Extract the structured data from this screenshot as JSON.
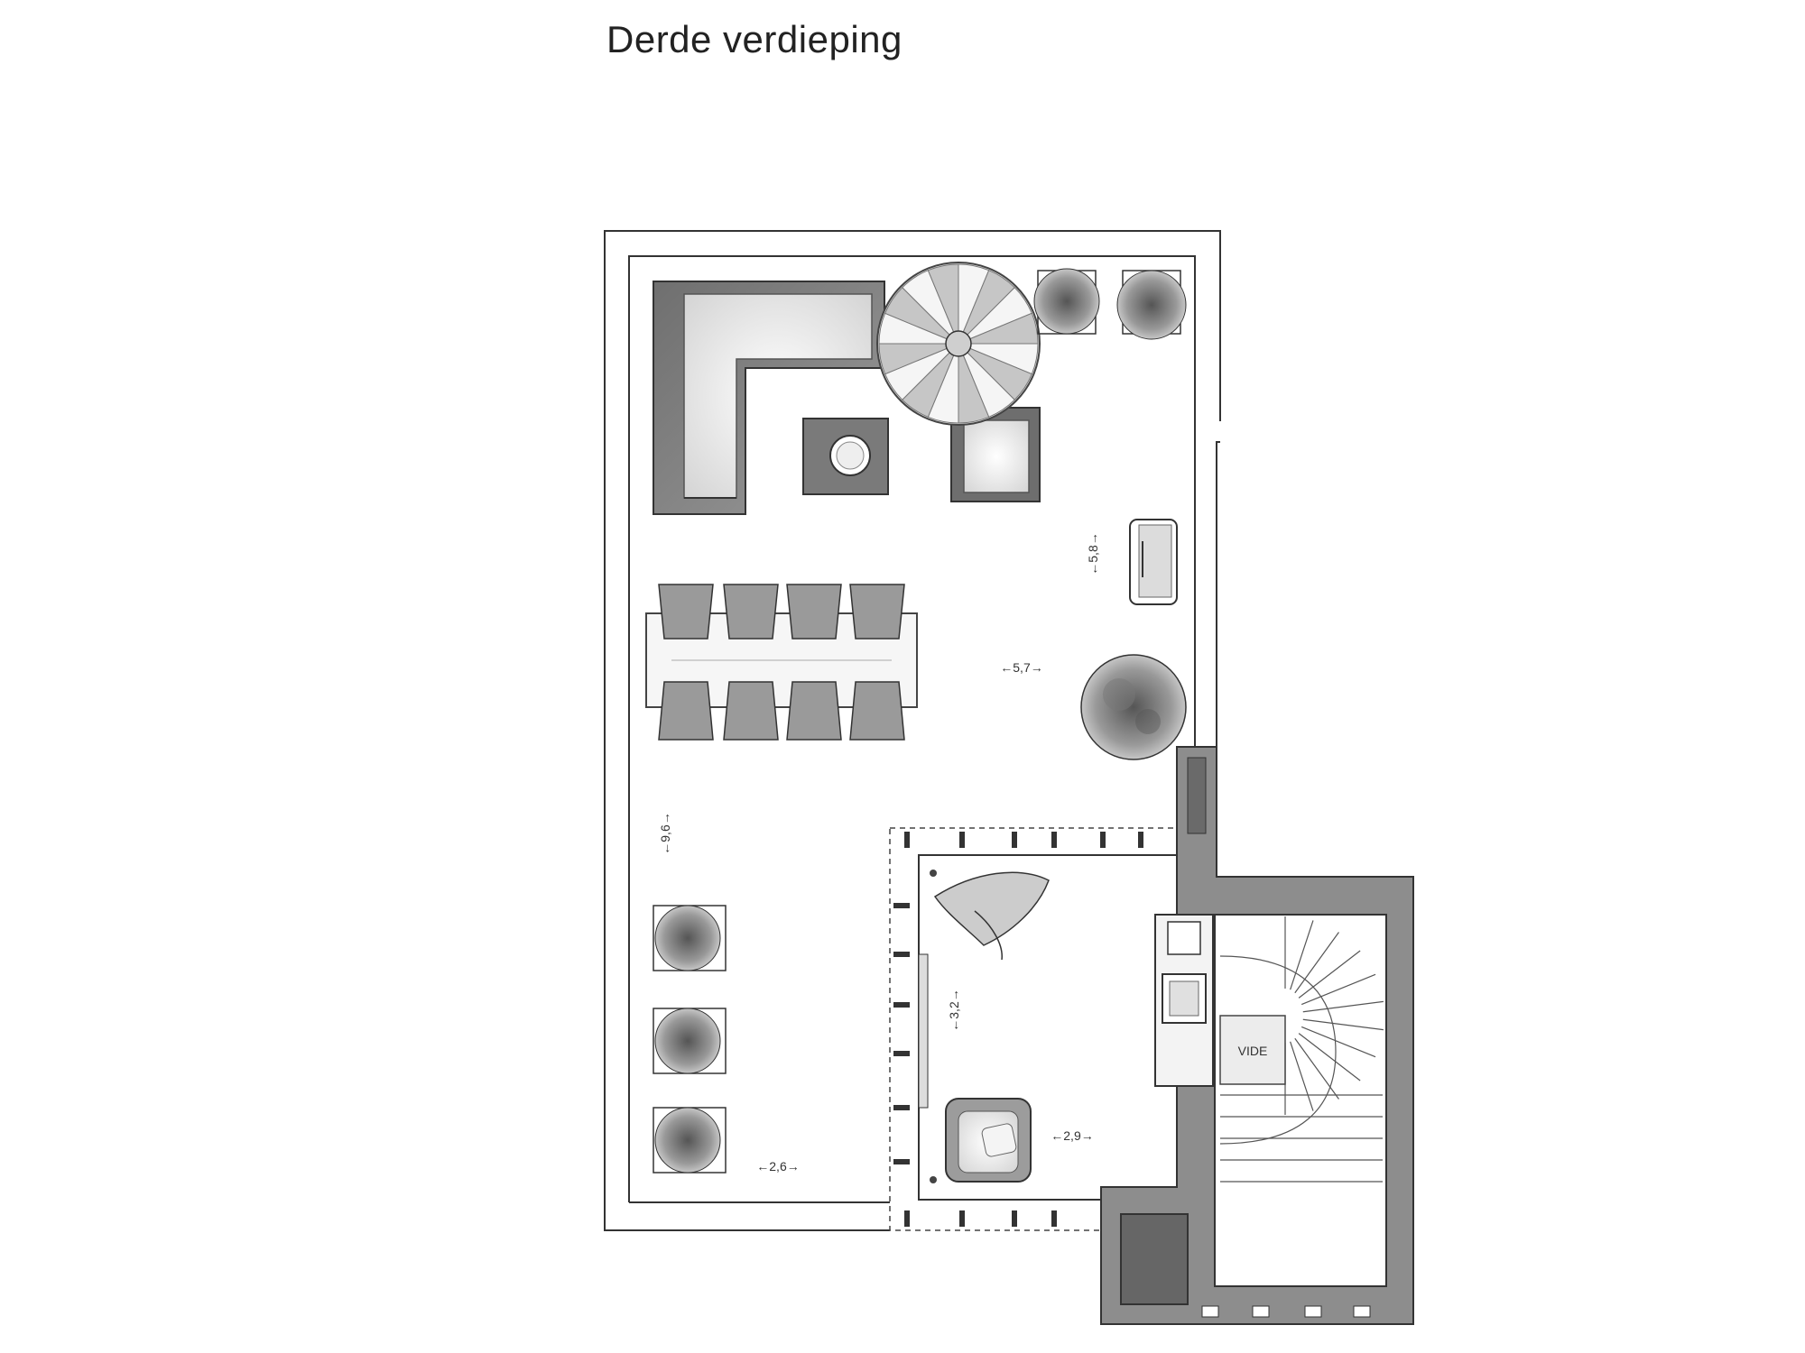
{
  "title": "Derde verdieping",
  "dimensions": {
    "top_width": "5,8",
    "terrace_width": "5,7",
    "left_depth": "9,6",
    "room_depth": "3,2",
    "room_width": "2,9",
    "bottom_left": "2,6"
  },
  "labels": {
    "vide": "VIDE"
  },
  "colors": {
    "wall": "#8d8d8d",
    "wall_dark": "#5e5e5e",
    "outline": "#333333",
    "floor": "#ffffff"
  }
}
